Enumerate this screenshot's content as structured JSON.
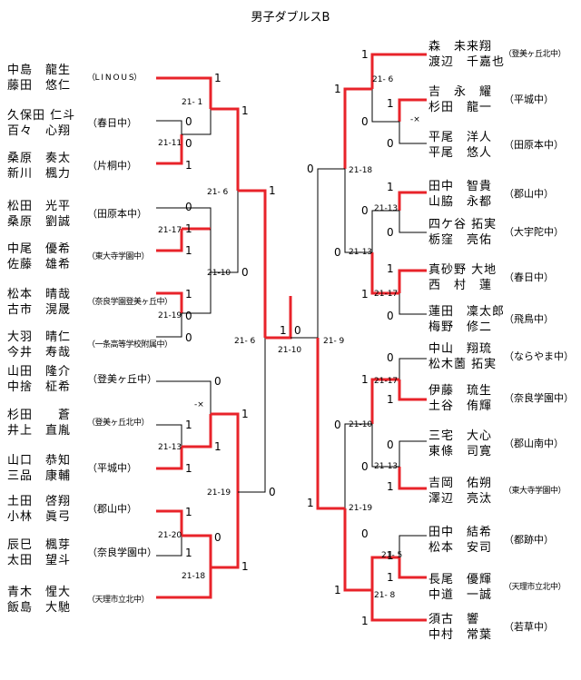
{
  "title": "男子ダブルスB",
  "colors": {
    "win": "#e8232a",
    "line": "#000000"
  },
  "left_entries": [
    {
      "p1": "中島　龍生",
      "p2": "藤田　悠仁",
      "school": "（L I N O U S）"
    },
    {
      "p1": "久保田 仁斗",
      "p2": "百々　心翔",
      "school": "（春日中）"
    },
    {
      "p1": "桑原　奏太",
      "p2": "新川　楓力",
      "school": "（片桐中）"
    },
    {
      "p1": "松田　光平",
      "p2": "桑原　劉誠",
      "school": "（田原本中）"
    },
    {
      "p1": "中尾　優希",
      "p2": "佐藤　雄希",
      "school": "（東大寺学園中）"
    },
    {
      "p1": "松本　晴哉",
      "p2": "古市　滉晟",
      "school": "（奈良学園登美ヶ丘中）"
    },
    {
      "p1": "大羽　晴仁",
      "p2": "今井　寿哉",
      "school": "（一条高等学校附属中）"
    },
    {
      "p1": "山田　隆介",
      "p2": "中捨　柾希",
      "school": "（登美ヶ丘中）"
    },
    {
      "p1": "杉田　　蒼",
      "p2": "井上　直胤",
      "school": "（登美ヶ丘北中）"
    },
    {
      "p1": "山口　恭知",
      "p2": "三品　康輔",
      "school": "（平城中）"
    },
    {
      "p1": "土田　啓翔",
      "p2": "小林　眞弓",
      "school": "（郡山中）"
    },
    {
      "p1": "辰巳　楓芽",
      "p2": "太田　望斗",
      "school": "（奈良学園中）"
    },
    {
      "p1": "青木　惺大",
      "p2": "飯島　大馳",
      "school": "（天理市立北中）"
    }
  ],
  "right_entries": [
    {
      "p1": "森　未来翔",
      "p2": "渡辺　千嘉也",
      "school": "（登美ヶ丘北中）"
    },
    {
      "p1": "吉　永　耀",
      "p2": "杉田　龍一",
      "school": "（平城中）"
    },
    {
      "p1": "平尾　洋人",
      "p2": "平尾　悠人",
      "school": "（田原本中）"
    },
    {
      "p1": "田中　智貴",
      "p2": "山脇　永都",
      "school": "（郡山中）"
    },
    {
      "p1": "四ケ谷 拓実",
      "p2": "栃窪　亮佑",
      "school": "（大宇陀中）"
    },
    {
      "p1": "真砂野 大地",
      "p2": "西　村　蓮",
      "school": "（春日中）"
    },
    {
      "p1": "蓮田　凜太郎",
      "p2": "梅野　修二",
      "school": "（飛鳥中）"
    },
    {
      "p1": "中山　翔琉",
      "p2": "松木薗 拓実",
      "school": "（ならやま中）"
    },
    {
      "p1": "伊藤　琉生",
      "p2": "土谷　侑輝",
      "school": "（奈良学園中）"
    },
    {
      "p1": "三宅　大心",
      "p2": "東條　司寛",
      "school": "（郡山南中）"
    },
    {
      "p1": "吉岡　佑朔",
      "p2": "澤辺　亮汰",
      "school": "（東大寺学園中）"
    },
    {
      "p1": "田中　結希",
      "p2": "松本　安司",
      "school": "（都跡中）"
    },
    {
      "p1": "長尾　優輝",
      "p2": "中道　一誠",
      "school": "（天理市立北中）"
    },
    {
      "p1": "須古　響",
      "p2": "中村　常葉",
      "school": "（若草中）"
    }
  ],
  "scores": {
    "l_r1_a": [
      "1",
      "0",
      "0",
      "1"
    ],
    "l_r1_b": [
      "0",
      "1",
      "1",
      "0"
    ],
    "l_r1_c": [
      "0",
      "1",
      "1",
      "0"
    ],
    "l_r1_d": [
      "0",
      "0",
      "1",
      "1"
    ],
    "l_r1_e": [
      "0",
      "1",
      "1",
      "0"
    ],
    "l_r2": [
      "1",
      "0",
      "0",
      "1",
      "1",
      "0"
    ],
    "final": [
      "1",
      "0"
    ],
    "r_r1": [
      "1",
      "0",
      "1",
      "1",
      "0",
      "1",
      "1",
      "0",
      "0",
      "1",
      "1",
      "0",
      "1",
      "1"
    ],
    "r_r2": [
      "1",
      "0",
      "0",
      "1",
      "1",
      "0",
      "0",
      "1"
    ],
    "r_r3": [
      "0",
      "0",
      "1"
    ]
  },
  "match_labels": {
    "l": [
      "21- 1",
      "21-11",
      "21- 6",
      "21-17",
      "21-10",
      "21-19",
      "-×",
      "21-13",
      "21-19",
      "21-20",
      "21-18",
      "21- 6"
    ],
    "r": [
      "21- 6",
      "-×",
      "21-18",
      "21-13",
      "21-13",
      "21-17",
      "21- 9",
      "21-17",
      "21-10",
      "21-13",
      "21-19",
      "21- 5",
      "21- 8"
    ],
    "final": [
      "21-10"
    ]
  }
}
